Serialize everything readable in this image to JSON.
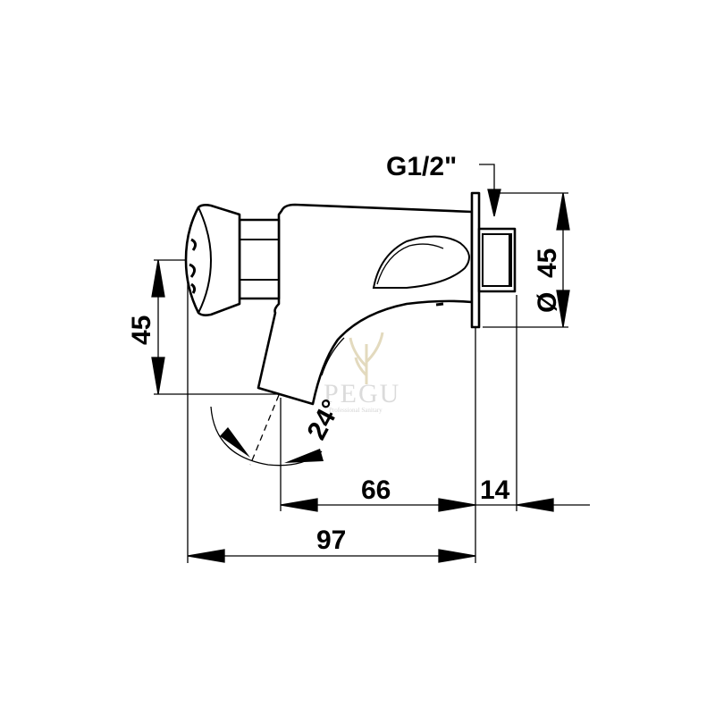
{
  "dimensions": {
    "thread_size": "G1/2\"",
    "diameter_symbol": "Ø",
    "flange_diameter": "45",
    "spout_height": "45",
    "angle": "24°",
    "spout_offset": "66",
    "flange_depth": "14",
    "total_length": "97"
  },
  "watermark": {
    "brand": "PEGU",
    "tagline": "Professional Sanitary"
  },
  "colors": {
    "line": "#000000",
    "background": "#ffffff",
    "watermark": "#d8d8d8"
  }
}
